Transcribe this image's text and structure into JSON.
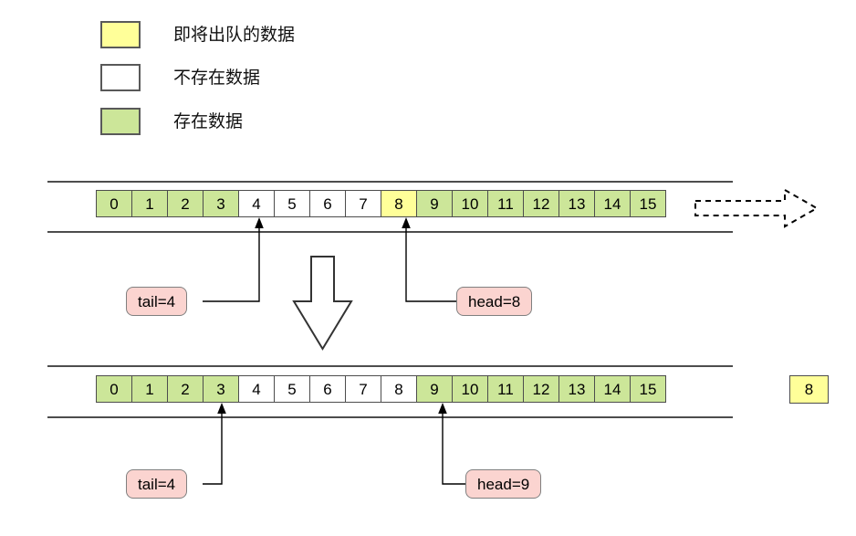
{
  "diagram": {
    "title": "Circular queue dequeue illustration",
    "colors": {
      "green": "#cce699",
      "yellow": "#ffff99",
      "white": "#ffffff",
      "pink": "#fbd4d0",
      "outline": "#4d4d4d",
      "tag_outline": "#808080"
    },
    "legend": [
      {
        "swatch": "yellow",
        "label": "即将出队的数据"
      },
      {
        "swatch": "white",
        "label": "不存在数据"
      },
      {
        "swatch": "green",
        "label": "存在数据"
      }
    ],
    "rows": [
      {
        "name": "before-dequeue",
        "cells": [
          {
            "index": "0",
            "state": "green"
          },
          {
            "index": "1",
            "state": "green"
          },
          {
            "index": "2",
            "state": "green"
          },
          {
            "index": "3",
            "state": "green"
          },
          {
            "index": "4",
            "state": "white"
          },
          {
            "index": "5",
            "state": "white"
          },
          {
            "index": "6",
            "state": "white"
          },
          {
            "index": "7",
            "state": "white"
          },
          {
            "index": "8",
            "state": "yellow"
          },
          {
            "index": "9",
            "state": "green"
          },
          {
            "index": "10",
            "state": "green"
          },
          {
            "index": "11",
            "state": "green"
          },
          {
            "index": "12",
            "state": "green"
          },
          {
            "index": "13",
            "state": "green"
          },
          {
            "index": "14",
            "state": "green"
          },
          {
            "index": "15",
            "state": "green"
          }
        ],
        "tail_label": "tail=4",
        "head_label": "head=8",
        "tail_points_to": "4",
        "head_points_to": "8"
      },
      {
        "name": "after-dequeue",
        "cells": [
          {
            "index": "0",
            "state": "green"
          },
          {
            "index": "1",
            "state": "green"
          },
          {
            "index": "2",
            "state": "green"
          },
          {
            "index": "3",
            "state": "green"
          },
          {
            "index": "4",
            "state": "white"
          },
          {
            "index": "5",
            "state": "white"
          },
          {
            "index": "6",
            "state": "white"
          },
          {
            "index": "7",
            "state": "white"
          },
          {
            "index": "8",
            "state": "white"
          },
          {
            "index": "9",
            "state": "green"
          },
          {
            "index": "10",
            "state": "green"
          },
          {
            "index": "11",
            "state": "green"
          },
          {
            "index": "12",
            "state": "green"
          },
          {
            "index": "13",
            "state": "green"
          },
          {
            "index": "14",
            "state": "green"
          },
          {
            "index": "15",
            "state": "green"
          }
        ],
        "tail_label": "tail=4",
        "head_label": "head=9",
        "tail_points_to": "3",
        "head_points_to": "9"
      }
    ],
    "dequeued_value": "8"
  }
}
